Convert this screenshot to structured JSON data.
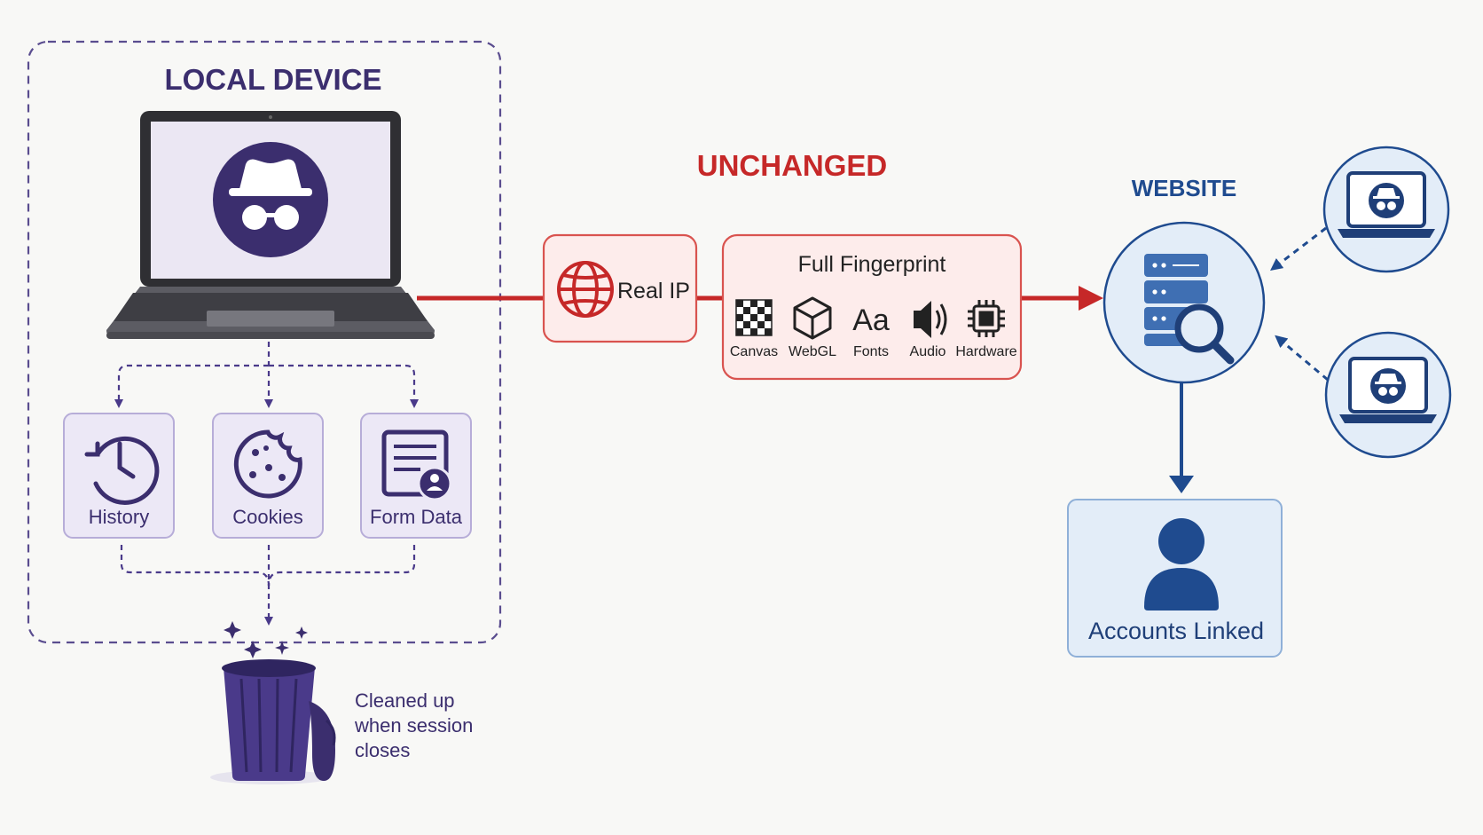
{
  "local_device": {
    "title": "LOCAL DEVICE",
    "items": [
      {
        "label": "History",
        "icon": "history-clock-icon"
      },
      {
        "label": "Cookies",
        "icon": "cookie-icon"
      },
      {
        "label": "Form Data",
        "icon": "form-data-icon"
      }
    ],
    "trash_caption": [
      "Cleaned up",
      "when session",
      "closes"
    ]
  },
  "unchanged": {
    "title": "UNCHANGED",
    "real_ip": "Real IP",
    "fingerprint": {
      "title": "Full Fingerprint",
      "items": [
        {
          "label": "Canvas",
          "icon": "checkerboard-icon"
        },
        {
          "label": "WebGL",
          "icon": "cube-icon"
        },
        {
          "label": "Fonts",
          "icon": "font-aa-icon",
          "glyph": "Aa"
        },
        {
          "label": "Audio",
          "icon": "speaker-icon"
        },
        {
          "label": "Hardware",
          "icon": "chip-icon"
        }
      ]
    }
  },
  "website": {
    "title": "WEBSITE",
    "result": "Accounts Linked"
  },
  "colors": {
    "purple": "#3b2e6e",
    "purple_light": "#ece8f6",
    "red": "#c62828",
    "red_light": "#fdeceb",
    "blue": "#1f4b8f",
    "blue_light": "#e3edf8"
  }
}
